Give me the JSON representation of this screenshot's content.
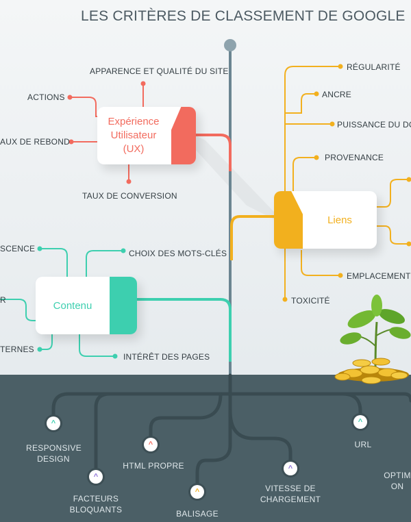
{
  "title": "LES CRITÈRES DE CLASSEMENT DE GOOGLE",
  "colors": {
    "ux": "#f26b5e",
    "links": "#f2b01e",
    "content": "#3dcfaf",
    "trunk": "#6b8591",
    "bottom_bg": "#4b5f66"
  },
  "ux": {
    "card_label": "Expérience Utilisateur (UX)",
    "items": {
      "apparence": "APPARENCE ET QUALITÉ DU SITE",
      "actions": "ACTIONS",
      "rebond": "AUX DE REBOND",
      "conversion": "TAUX DE CONVERSION"
    }
  },
  "links": {
    "card_label": "Liens",
    "items": {
      "regularite": "RÉGULARITÉ",
      "ancre": "ANCRE",
      "puissance": "PUISSANCE DU DO",
      "provenance": "PROVENANCE",
      "emplacement": "EMPLACEMENT",
      "toxicite": "TOXICITÉ"
    }
  },
  "content": {
    "card_label": "Contenu",
    "items": {
      "scence": "SCENCE",
      "mots_cles": "CHOIX DES MOTS-CLÉS",
      "r": "R",
      "ternes": "TERNES",
      "interet": "INTÉRÊT DES PAGES"
    }
  },
  "technical": {
    "responsive": "RESPONSIVE DESIGN",
    "facteurs": "FACTEURS BLOQUANTS",
    "html": "HTML PROPRE",
    "balisage": "BALISAGE",
    "vitesse": "VITESSE DE CHARGEMENT",
    "url": "URL",
    "optim": "OPTIM ON"
  }
}
